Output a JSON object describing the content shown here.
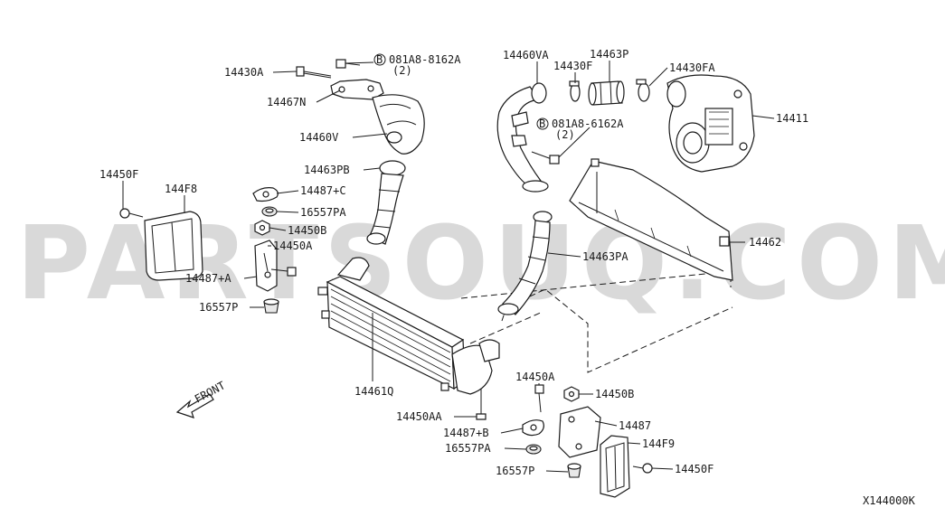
{
  "watermark": "PARTSOUQ.COM",
  "diagram_code": "X144000K",
  "front_label": "FRONT",
  "labels": {
    "p14430A": "14430A",
    "p081A8_8162A": "081A8-8162A",
    "qty_top": "(2)",
    "p14467N": "14467N",
    "p14460V": "14460V",
    "p14463PB": "14463PB",
    "p14487C": "14487+C",
    "p16557PA_top": "16557PA",
    "p14450B_top": "14450B",
    "p14450A_left": "14450A",
    "p14487A": "14487+A",
    "p16557P_left": "16557P",
    "p14450F_left": "14450F",
    "p144F8": "144F8",
    "p14460VA": "14460VA",
    "p14430F": "14430F",
    "p14463P": "14463P",
    "p14430FA": "14430FA",
    "p14411": "14411",
    "p081A8_6162A": "081A8-6162A",
    "qty_mid": "(2)",
    "p14463PA": "14463PA",
    "p14462": "14462",
    "p14461Q": "14461Q",
    "p14450AA": "14450AA",
    "p14450A_bottom": "14450A",
    "p14450B_bottom": "14450B",
    "p14487": "14487",
    "p14487B": "14487+B",
    "p16557PA_bottom": "16557PA",
    "p144F9": "144F9",
    "p16557P_bottom": "16557P",
    "p14450F_right": "14450F",
    "bolt_symbol": "B"
  }
}
